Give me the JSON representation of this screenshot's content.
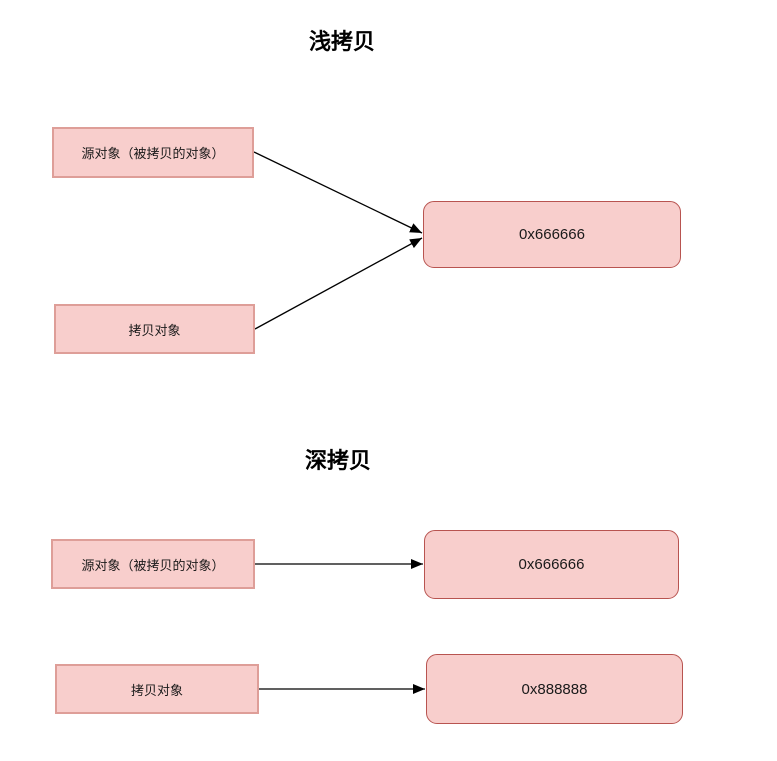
{
  "diagram": {
    "shallow": {
      "title": "浅拷贝",
      "source_label": "源对象（被拷贝的对象）",
      "copy_label": "拷贝对象",
      "shared_address": "0x666666"
    },
    "deep": {
      "title": "深拷贝",
      "source_label": "源对象（被拷贝的对象）",
      "copy_label": "拷贝对象",
      "source_address": "0x666666",
      "copy_address": "0x888888"
    },
    "colors": {
      "node_fill": "#f8cecc",
      "rect_border": "#de9e98",
      "rounded_border": "#b85450",
      "connector": "#000000",
      "text": "#1a1a1a",
      "background": "#ffffff"
    }
  }
}
